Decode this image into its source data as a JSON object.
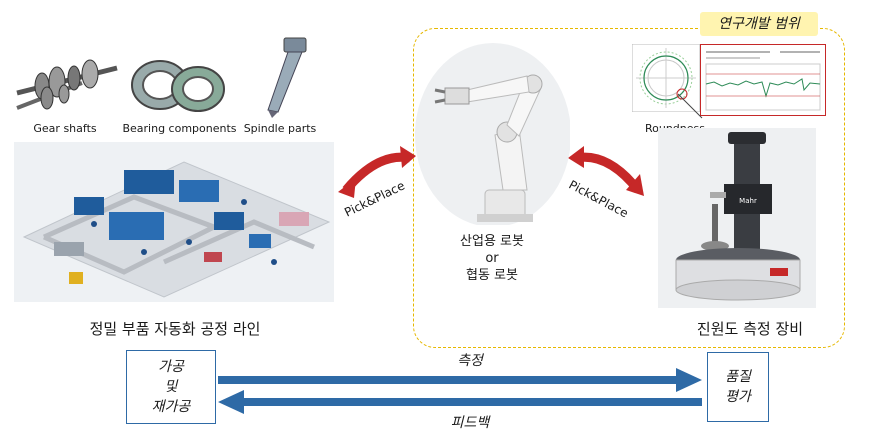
{
  "parts": [
    {
      "caption": "Gear shafts"
    },
    {
      "caption": "Bearing components"
    },
    {
      "caption": "Spindle parts"
    }
  ],
  "factory_label": "정밀 부품 자동화 공정 라인",
  "scope_label": "연구개발 범위",
  "robot_label": [
    "산업용 로봇",
    "or",
    "협동 로봇"
  ],
  "roundness_label": "Roundness",
  "equipment_label": "진원도 측정 장비",
  "pick_place": [
    "Pick&Place",
    "Pick&Place"
  ],
  "machine_brand": "Mahr",
  "flow": {
    "left_box": [
      "가공",
      "및",
      "재가공"
    ],
    "right_box": [
      "품질",
      "평가"
    ],
    "top_arrow": "측정",
    "bottom_arrow": "피드백"
  },
  "colors": {
    "accent_red": "#c62828",
    "flow_blue": "#2e6aa6",
    "scope_gold": "#e6b800",
    "scope_tag_bg": "#fff4b0"
  }
}
